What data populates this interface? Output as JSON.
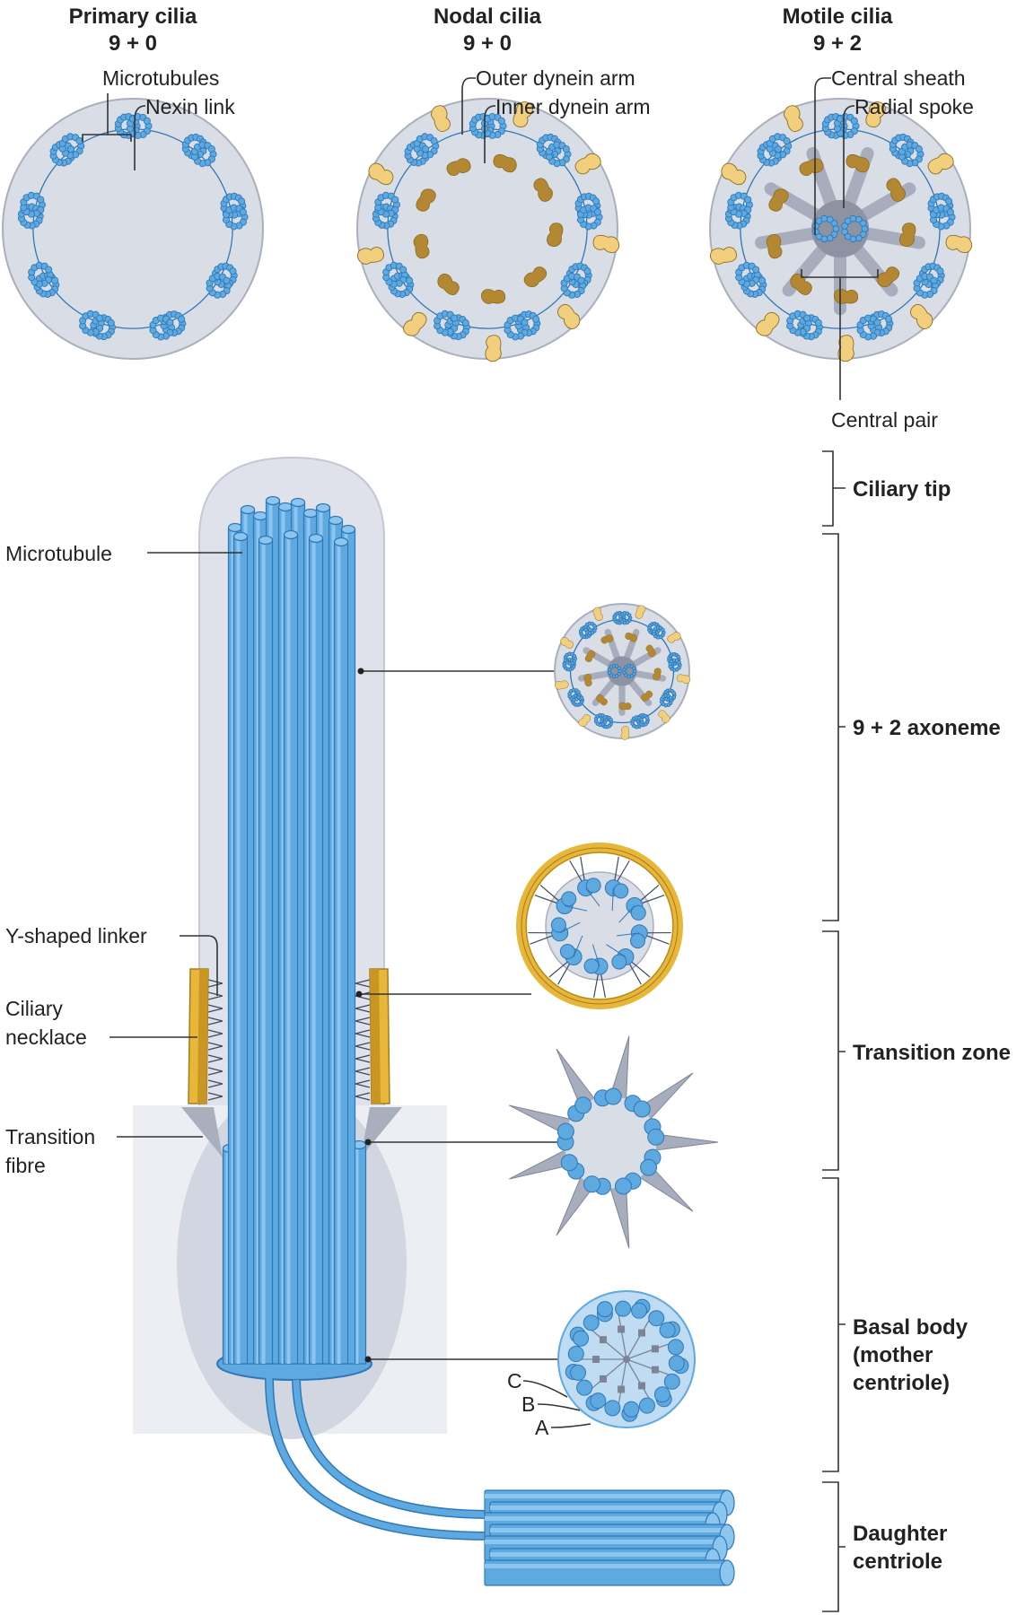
{
  "colors": {
    "microtubule": "#5ea9e0",
    "microtubule_dark": "#2f78b7",
    "membrane": "#d9dde6",
    "membrane_edge": "#a9afbd",
    "dynein": "#b48832",
    "dynein_light": "#f1cf7d",
    "spoke": "#a7adbd",
    "necklace": "#e8b73a"
  },
  "top_panels": [
    {
      "title": "Primary cilia",
      "formula": "9 + 0"
    },
    {
      "title": "Nodal cilia",
      "formula": "9 + 0"
    },
    {
      "title": "Motile cilia",
      "formula": "9 + 2"
    }
  ],
  "top_labels": {
    "microtubules": "Microtubules",
    "nexin_link": "Nexin link",
    "outer_dynein_arm": "Outer dynein arm",
    "inner_dynein_arm": "Inner dynein arm",
    "central_sheath": "Central sheath",
    "radial_spoke": "Radial spoke",
    "central_pair": "Central pair"
  },
  "left_labels": {
    "microtubule": "Microtubule",
    "y_linker": "Y-shaped linker",
    "necklace_1": "Ciliary",
    "necklace_2": "necklace",
    "fibre_1": "Transition",
    "fibre_2": "fibre"
  },
  "triplet_labels": {
    "c": "C",
    "b": "B",
    "a": "A"
  },
  "regions": {
    "tip": "Ciliary tip",
    "axoneme": "9 + 2 axoneme",
    "transition": "Transition zone",
    "basal_1": "Basal body",
    "basal_2": "(mother",
    "basal_3": "centriole)",
    "daughter_1": "Daughter",
    "daughter_2": "centriole"
  }
}
